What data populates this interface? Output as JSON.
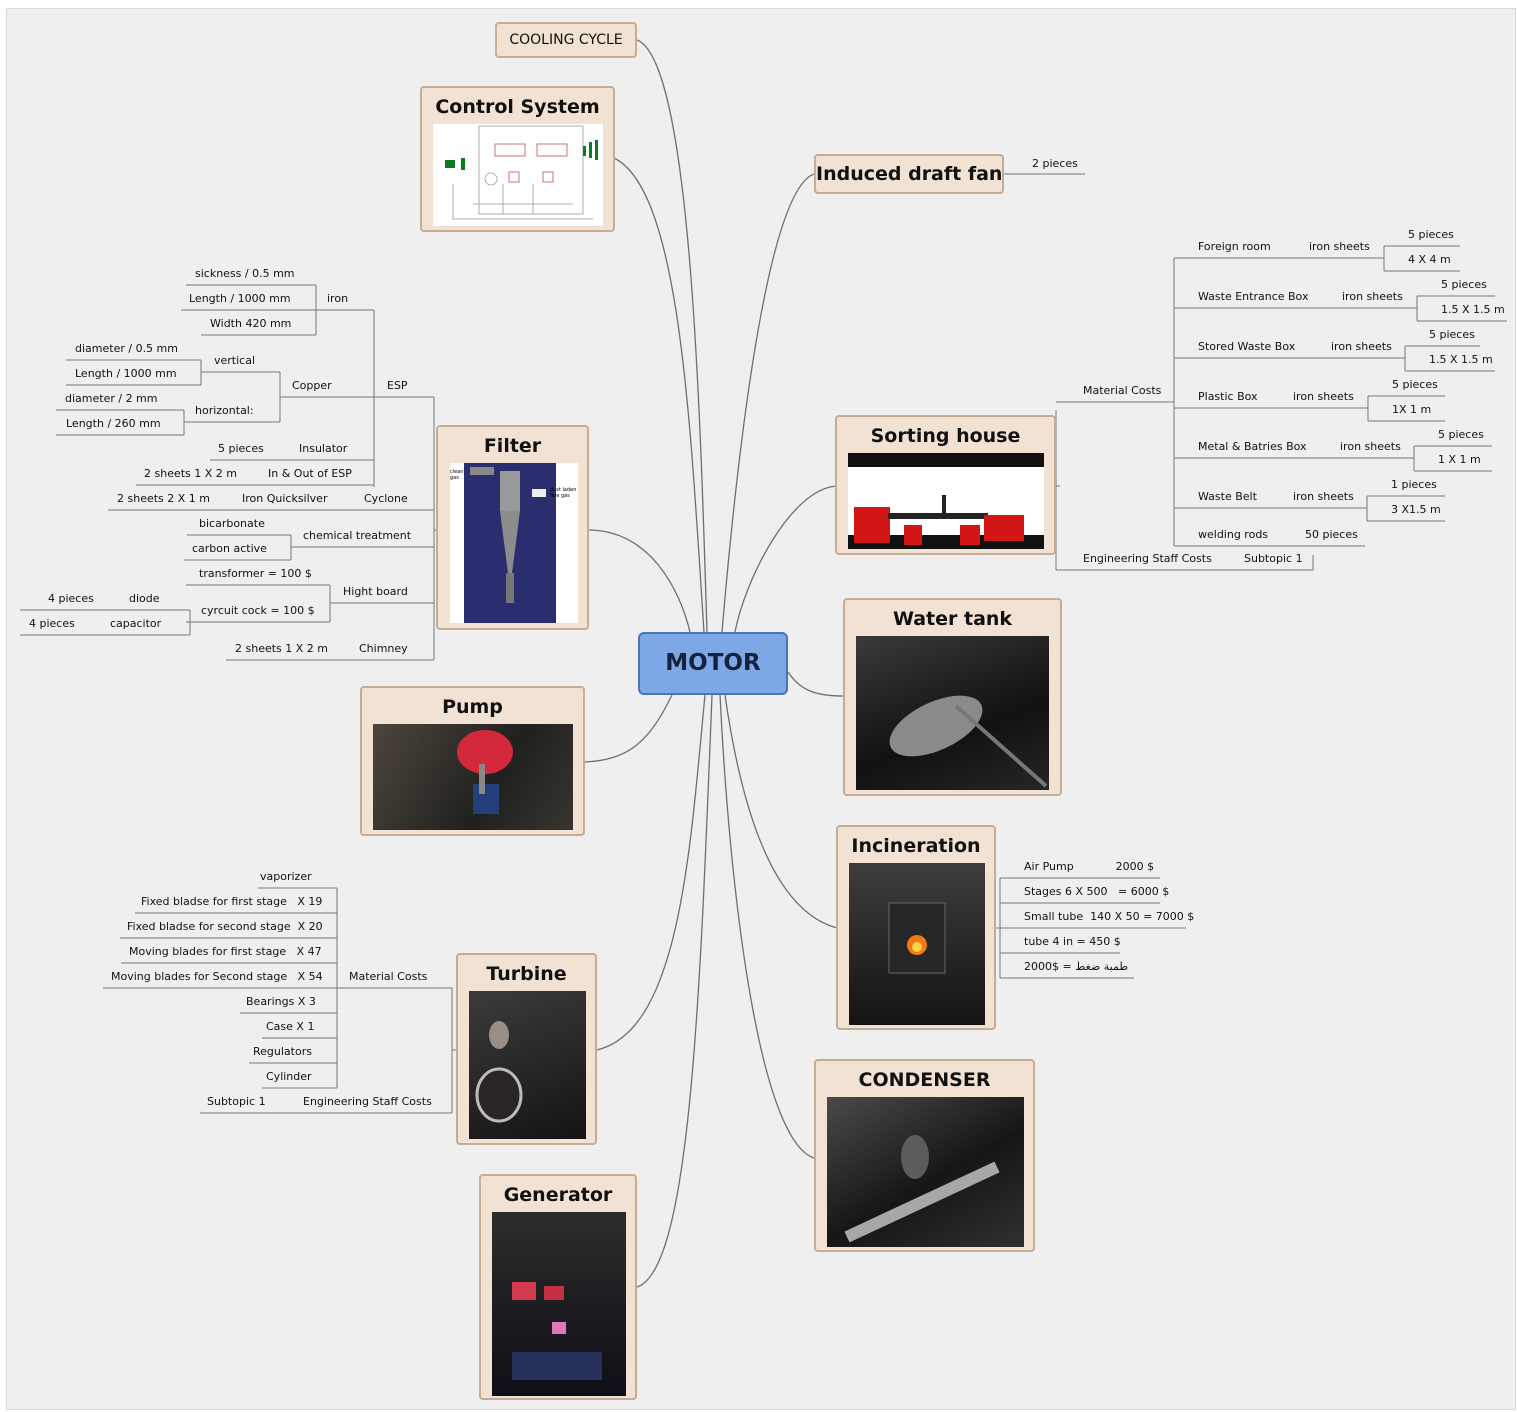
{
  "center": "MOTOR",
  "topics": {
    "cooling": "COOLING CYCLE",
    "control": "Control System",
    "fan": "Induced draft fan",
    "filter": "Filter",
    "sorting": "Sorting house",
    "water": "Water tank",
    "pump": "Pump",
    "incineration": "Incineration",
    "turbine": "Turbine",
    "condenser": "CONDENSER",
    "generator": "Generator"
  },
  "fan": {
    "qty": "2 pieces"
  },
  "filter": {
    "esp": "ESP",
    "iron": "iron",
    "iron_items": [
      "sickness / 0.5 mm",
      "Length / 1000  mm",
      "Width 420 mm"
    ],
    "copper": "Copper",
    "vertical": "vertical",
    "vertical_items": [
      "diameter / 0.5  mm",
      "Length / 1000  mm"
    ],
    "horizontal": "horizontal:",
    "horizontal_items": [
      "diameter / 2  mm",
      "Length / 260 mm"
    ],
    "insulator": "Insulator",
    "insulator_qty": "5 pieces",
    "inout": "In & Out of ESP",
    "inout_qty": "2 sheets 1 X 2 m",
    "cyclone": "Cyclone",
    "quicksilver": "Iron Quicksilver",
    "cyclone_qty": "2 sheets 2 X 1 m",
    "chemical": "chemical treatment",
    "bicarbonate": "bicarbonate",
    "carbon": "carbon active",
    "board": "Hight board",
    "transformer": "transformer = 100 $",
    "cyrcuit": "cyrcuit cock = 100 $",
    "diode": "diode",
    "diode_qty": "4 pieces",
    "capacitor": "capacitor",
    "capacitor_qty": "4 pieces",
    "chimney": "Chimney",
    "chimney_qty": "2 sheets 1 X 2 m",
    "image_labels": [
      "clean gas",
      "dust laden flue gas"
    ]
  },
  "sorting": {
    "material": "Material Costs",
    "staff": "Engineering Staff Costs",
    "subtopic": "Subtopic 1",
    "items": [
      {
        "name": "Foreign room",
        "mat": "iron sheets",
        "qty": "5 pieces",
        "size": "4 X 4 m"
      },
      {
        "name": "Waste Entrance Box",
        "mat": "iron sheets",
        "qty": "5 pieces",
        "size": "1.5 X 1.5 m"
      },
      {
        "name": "Stored Waste Box",
        "mat": "iron sheets",
        "qty": "5 pieces",
        "size": "1.5 X 1.5 m"
      },
      {
        "name": "Plastic Box",
        "mat": "iron sheets",
        "qty": "5 pieces",
        "size": "1X 1 m"
      },
      {
        "name": "Metal & Batries Box",
        "mat": "iron sheets",
        "qty": "5 pieces",
        "size": "1 X 1 m"
      },
      {
        "name": "Waste Belt",
        "mat": "iron sheets",
        "qty": "1 pieces",
        "size": "3 X1.5 m"
      }
    ],
    "welding": "welding rods",
    "welding_qty": "50 pieces"
  },
  "incineration": {
    "items": [
      "Air Pump            2000 $",
      "Stages 6 X 500   = 6000 $",
      "Small tube  140 X 50 = 7000 $",
      "tube 4 in = 450 $",
      "2000$ = طمبة ضغط"
    ]
  },
  "turbine": {
    "material": "Material Costs",
    "staff": "Engineering Staff Costs",
    "subtopic": "Subtopic 1",
    "items": [
      "vaporizer",
      "Fixed bladse for first stage   X 19",
      "Fixed bladse for second stage  X 20",
      "Moving blades for first stage   X 47",
      "Moving blades for Second stage   X 54",
      "Bearings X 3",
      "Case X 1",
      "Regulators",
      "Cylinder"
    ]
  }
}
